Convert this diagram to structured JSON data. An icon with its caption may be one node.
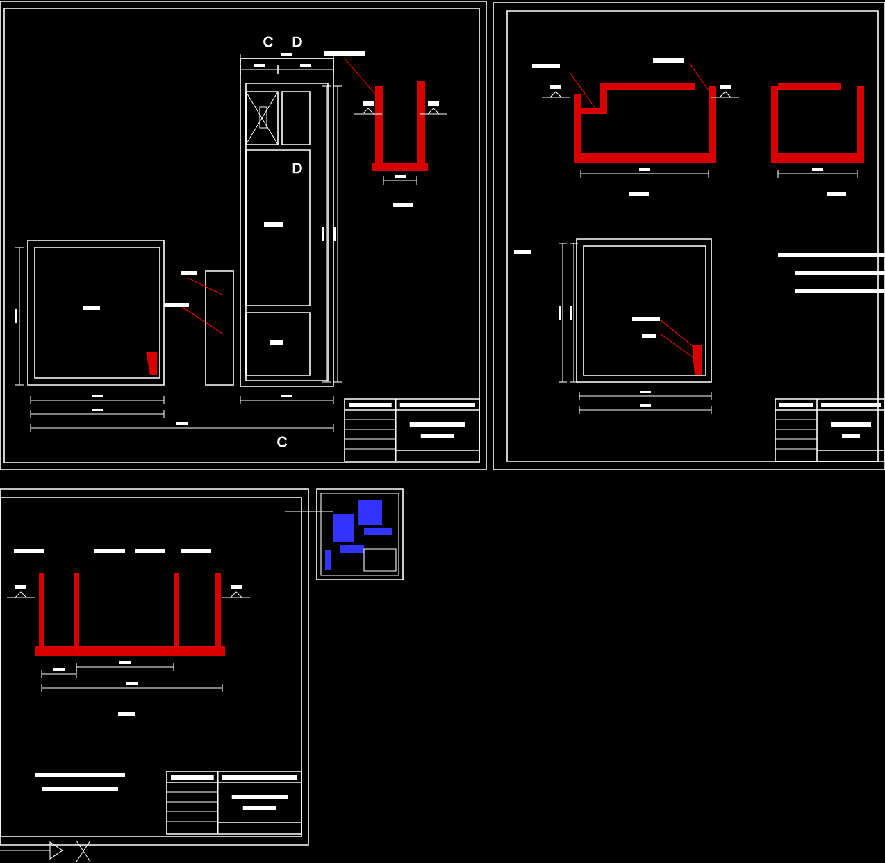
{
  "diagram": {
    "labels": [
      "C",
      "D",
      "D",
      "C"
    ]
  }
}
